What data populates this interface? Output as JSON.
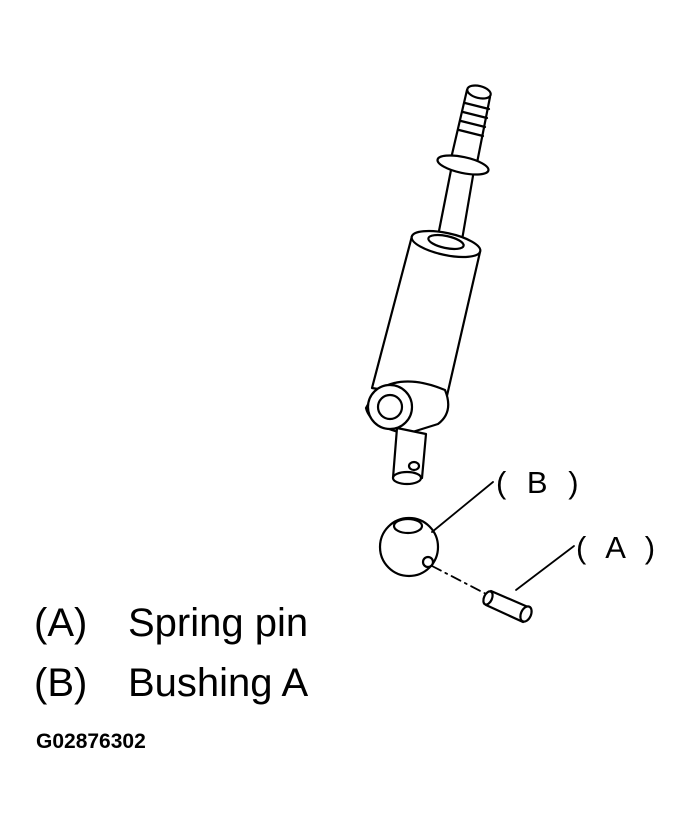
{
  "callouts": {
    "b": "( B )",
    "a": "( A )"
  },
  "legend": [
    {
      "key": "(A)",
      "label": "Spring pin"
    },
    {
      "key": "(B)",
      "label": "Bushing A"
    }
  ],
  "figure_id": "G02876302",
  "colors": {
    "ink": "#000000",
    "paper": "#ffffff"
  }
}
